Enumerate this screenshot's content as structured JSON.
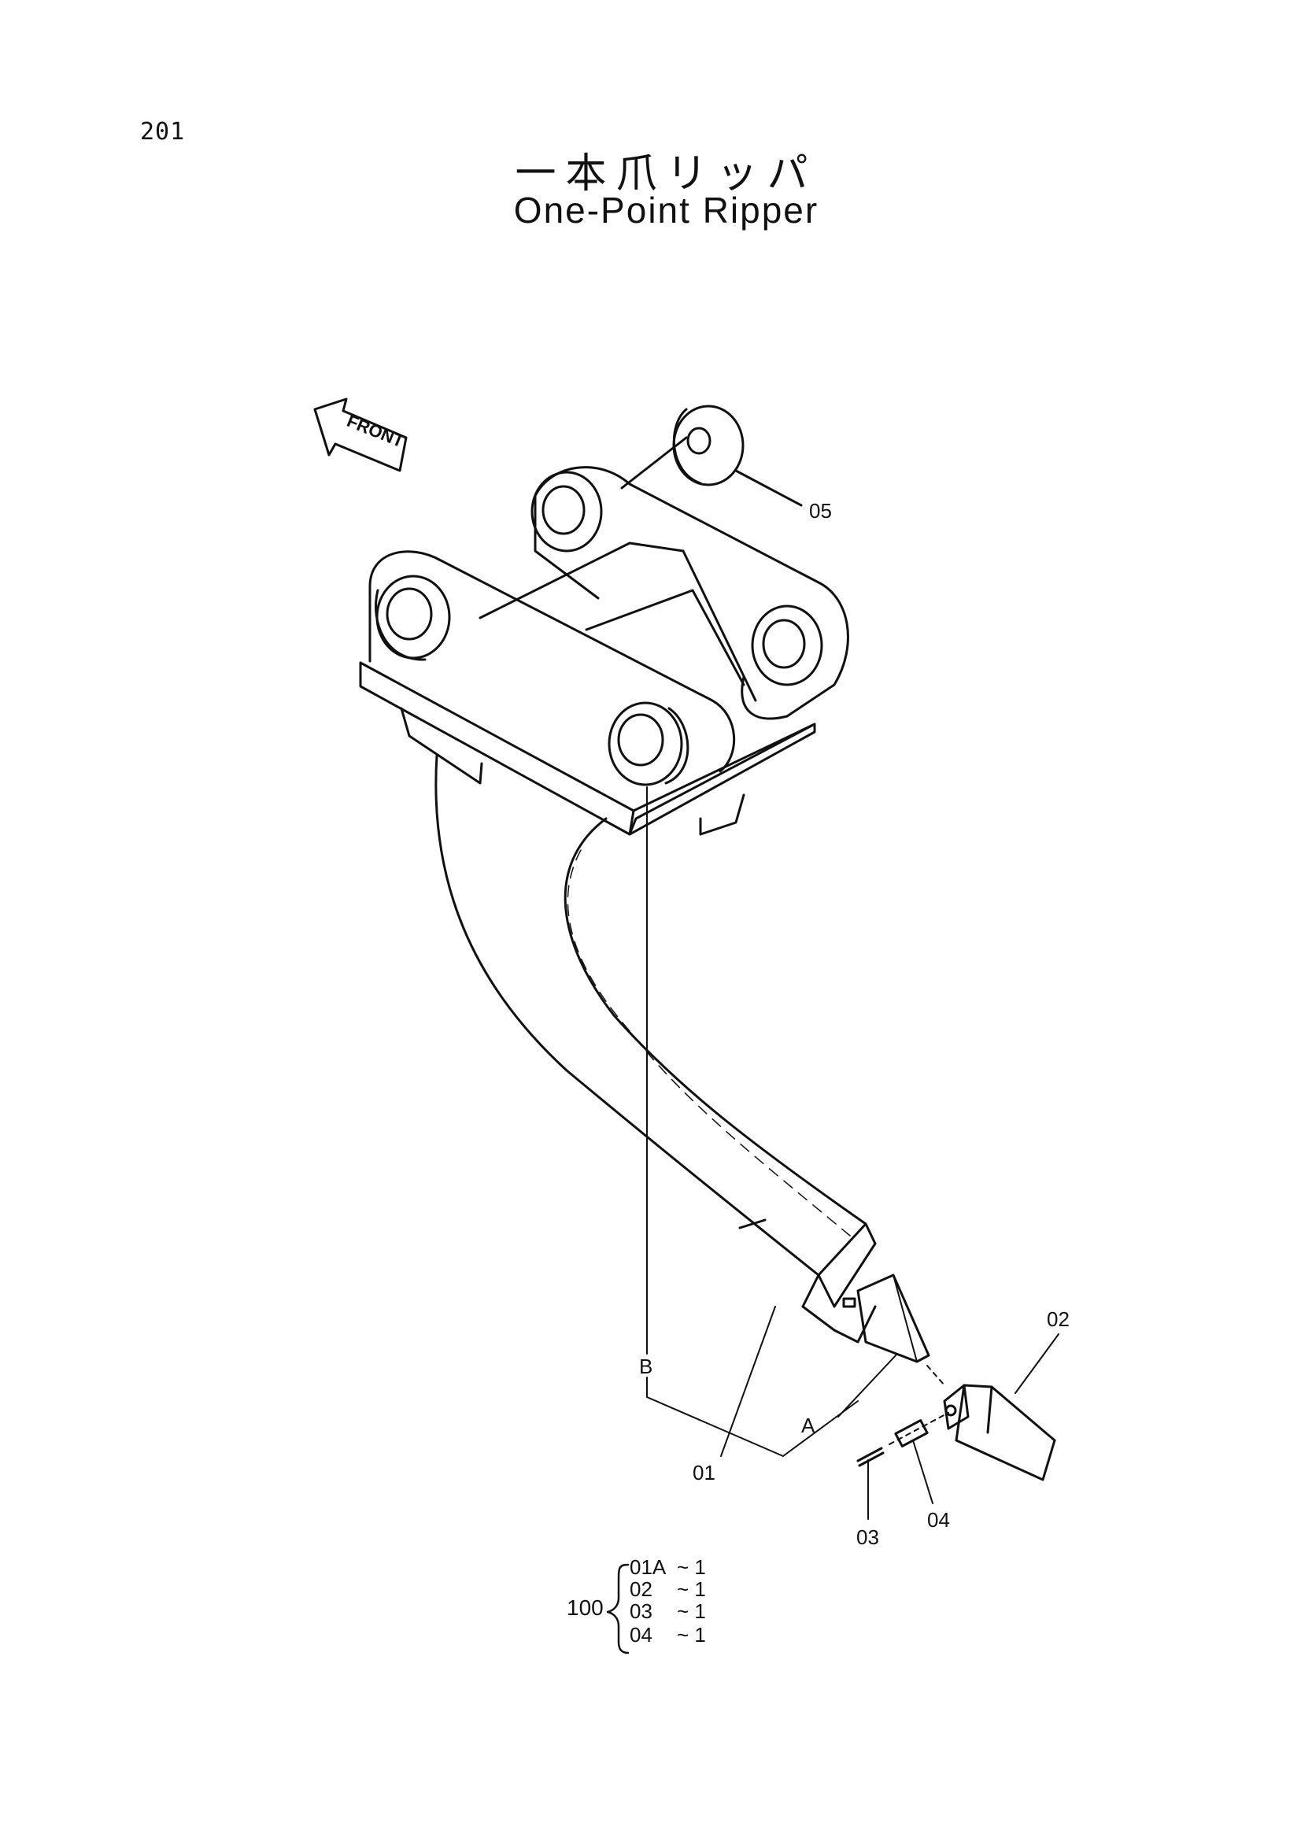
{
  "page_number": "201",
  "title_jp": "一本爪リッパ",
  "title_en": "One-Point Ripper",
  "front_arrow_label": "FRONT",
  "callouts": {
    "p01": "01",
    "p02": "02",
    "p03": "03",
    "p04": "04",
    "p05": "05",
    "ref_a": "A",
    "ref_b": "B"
  },
  "assembly": {
    "number": "100",
    "items": [
      {
        "part": "01A",
        "qty": "~ 1"
      },
      {
        "part": "02",
        "qty": "~ 1"
      },
      {
        "part": "03",
        "qty": "~ 1"
      },
      {
        "part": "04",
        "qty": "~ 1"
      }
    ]
  }
}
